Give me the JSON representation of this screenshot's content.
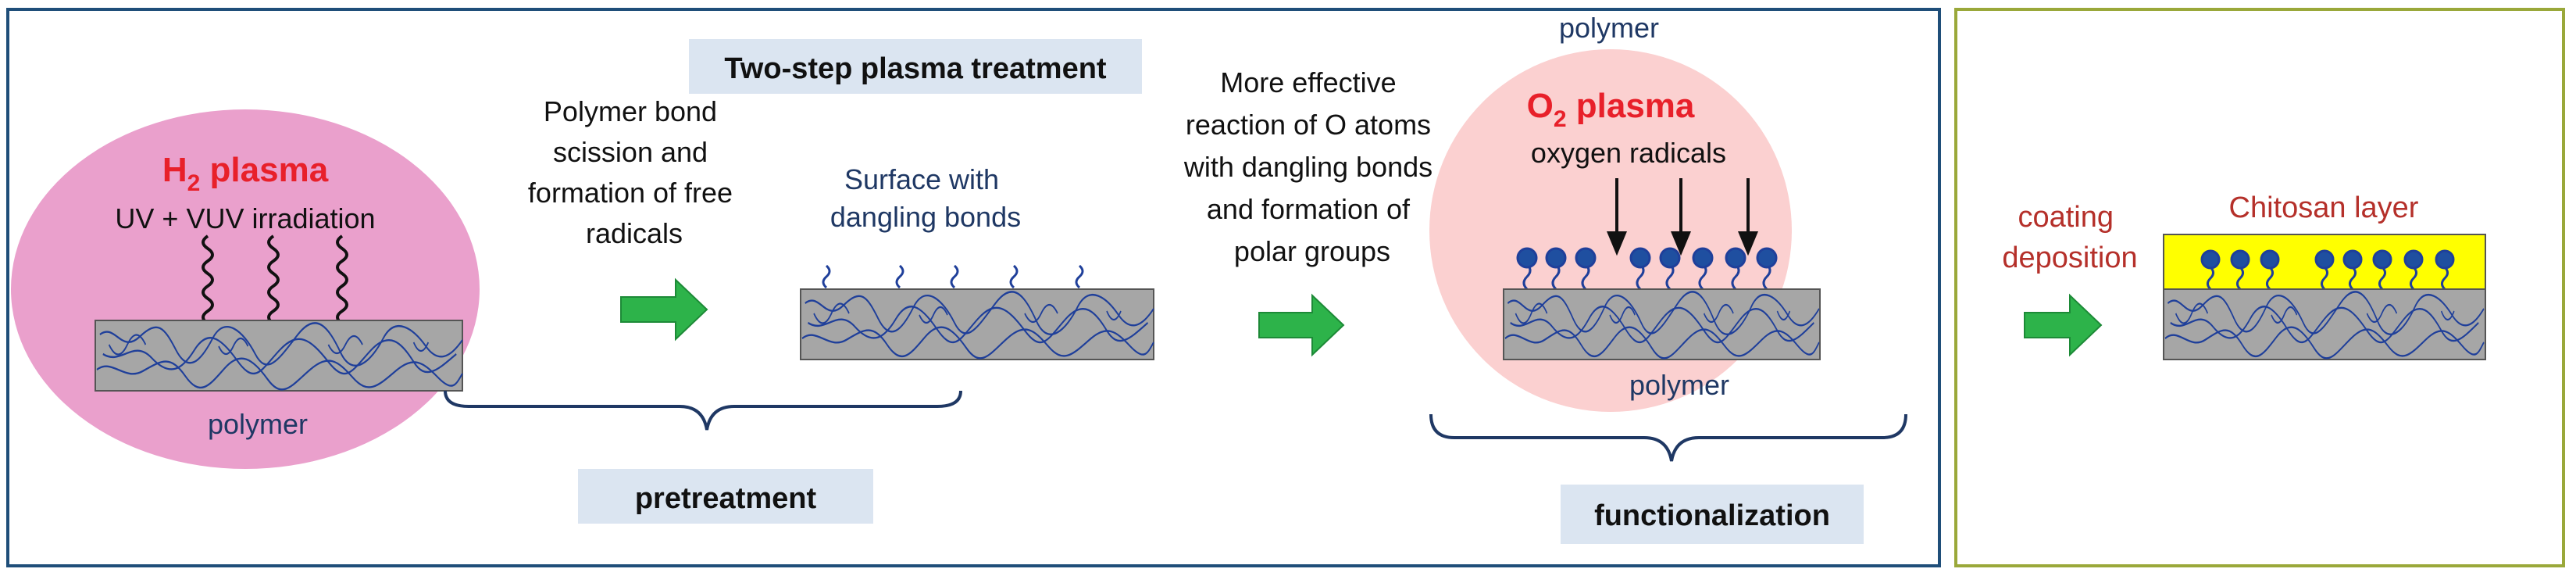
{
  "colors": {
    "frame_blue": "#1f4e79",
    "frame_olive": "#9aa83a",
    "h2_ellipse": "#eaa0cc",
    "o2_ellipse": "#fbd0d0",
    "polymer_slab": "#a6a6a6",
    "polymer_chain": "#1f3f9a",
    "arrow_green": "#2db34a",
    "chitosan_yellow": "#ffff00",
    "label_box": "#dbe5f1",
    "red_text": "#e8202a"
  },
  "panels": {
    "treatment_frame": "",
    "coating_frame": ""
  },
  "h2": {
    "title_main": "H",
    "title_sub": "2",
    "title_rest": " plasma",
    "irradiation": "UV + VUV irradiation",
    "polymer_label": "polymer",
    "icons": [
      "wavy-arrow-icon",
      "wavy-arrow-icon",
      "wavy-arrow-icon"
    ]
  },
  "step1": {
    "lines": [
      "Polymer bond",
      "scission and",
      "formation of free",
      "radicals"
    ]
  },
  "two_step": {
    "label": "Two-step plasma treatment"
  },
  "dangling": {
    "lines": [
      "Surface with",
      "dangling bonds"
    ]
  },
  "step2": {
    "lines": [
      "More effective",
      "reaction of O atoms",
      "with dangling bonds",
      "and formation of",
      "polar groups"
    ]
  },
  "o2": {
    "top_label": "polymer",
    "title_main": "O",
    "title_sub": "2",
    "title_rest": " plasma",
    "radicals": "oxygen radicals",
    "polymer_label": "polymer"
  },
  "pretreatment": {
    "label": "pretreatment"
  },
  "functionalization": {
    "label": "functionalization"
  },
  "coating": {
    "lines": [
      "coating",
      "deposition"
    ],
    "layer_label": "Chitosan layer"
  }
}
